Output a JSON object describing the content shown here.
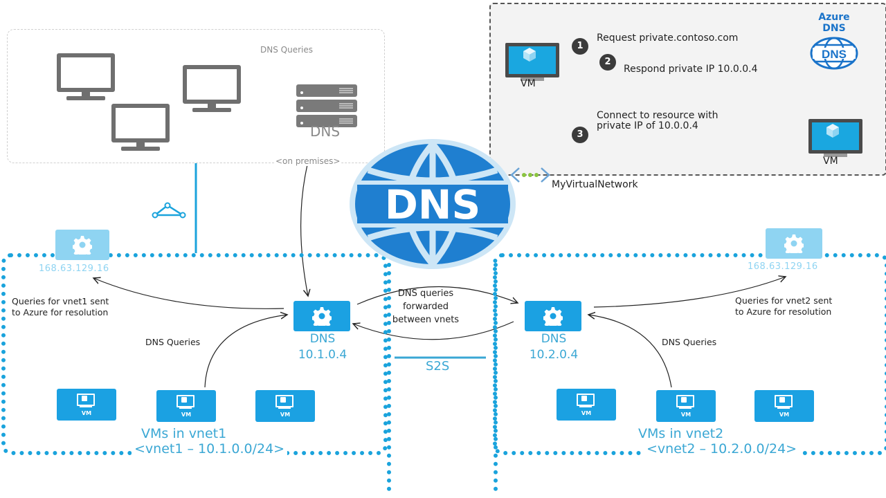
{
  "on_premises": {
    "dns_label": "DNS",
    "queries_label": "DNS Queries",
    "location_label": "<on premises>",
    "clients": [
      "client-1",
      "client-2",
      "client-3"
    ]
  },
  "azure_private_dns_panel": {
    "azure_dns_title": "Azure DNS",
    "azure_dns_icon_text": "DNS",
    "source_vm_label": "VM",
    "target_vm_label": "VM",
    "steps": [
      {
        "number": "1",
        "text": "Request private.contoso.com"
      },
      {
        "number": "2",
        "text": "Respond private IP 10.0.0.4"
      },
      {
        "number": "3",
        "text_line1": "Connect to resource with",
        "text_line2": "private IP of 10.0.0.4"
      }
    ],
    "network_label": "MyVirtualNetwork"
  },
  "center_logo": {
    "text": "DNS"
  },
  "vnet1": {
    "azure_resolver_ip": "168.63.129.16",
    "azure_note_line1": "Queries for vnet1 sent",
    "azure_note_line2": "to Azure for resolution",
    "queries_label": "DNS Queries",
    "dns_name": "DNS",
    "dns_ip": "10.1.0.4",
    "vm_labels": [
      "VM",
      "VM",
      "VM"
    ],
    "group_label": "VMs in vnet1",
    "cidr_label": "<vnet1 – 10.1.0.0/24>"
  },
  "vnet2": {
    "azure_resolver_ip": "168.63.129.16",
    "azure_note_line1": "Queries for vnet2 sent",
    "azure_note_line2": "to Azure for resolution",
    "queries_label": "DNS Queries",
    "dns_name": "DNS",
    "dns_ip": "10.2.0.4",
    "vm_labels": [
      "VM",
      "VM",
      "VM"
    ],
    "group_label": "VMs in vnet2",
    "cidr_label": "<vnet2 – 10.2.0.0/24>"
  },
  "between_vnets": {
    "forward_label": "DNS queries forwarded between vnets",
    "s2s_label": "S2S"
  },
  "colors": {
    "azure_blue": "#1ba1e2",
    "azure_light": "#8fd4f2",
    "label_blue": "#3aa7d4",
    "grey_icon": "#6f6f6f",
    "step_badge": "#3b3b3b"
  }
}
